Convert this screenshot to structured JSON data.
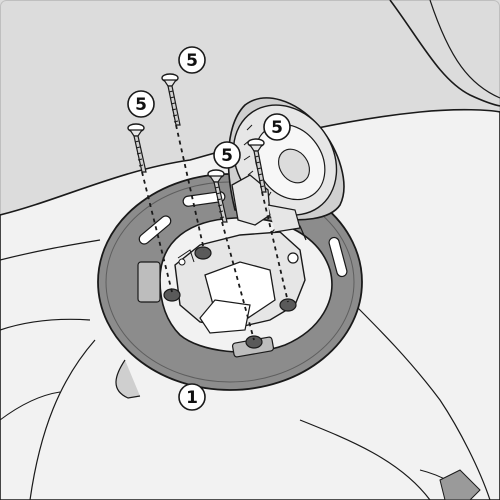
{
  "colors": {
    "background": "#dcdcdc",
    "panel": "#f2f2f2",
    "ring": "#8c8c8c",
    "ring_dark": "#6f6f6f",
    "line": "#1a1a1a",
    "cap": "#cfcfcf",
    "cap_light": "#e6e6e6",
    "callout_fill": "#ffffff"
  },
  "callouts": [
    {
      "id": "bolt-a",
      "label": "5"
    },
    {
      "id": "bolt-b",
      "label": "5"
    },
    {
      "id": "bolt-c",
      "label": "5"
    },
    {
      "id": "bolt-d",
      "label": "5"
    },
    {
      "id": "ring",
      "label": "1"
    }
  ]
}
